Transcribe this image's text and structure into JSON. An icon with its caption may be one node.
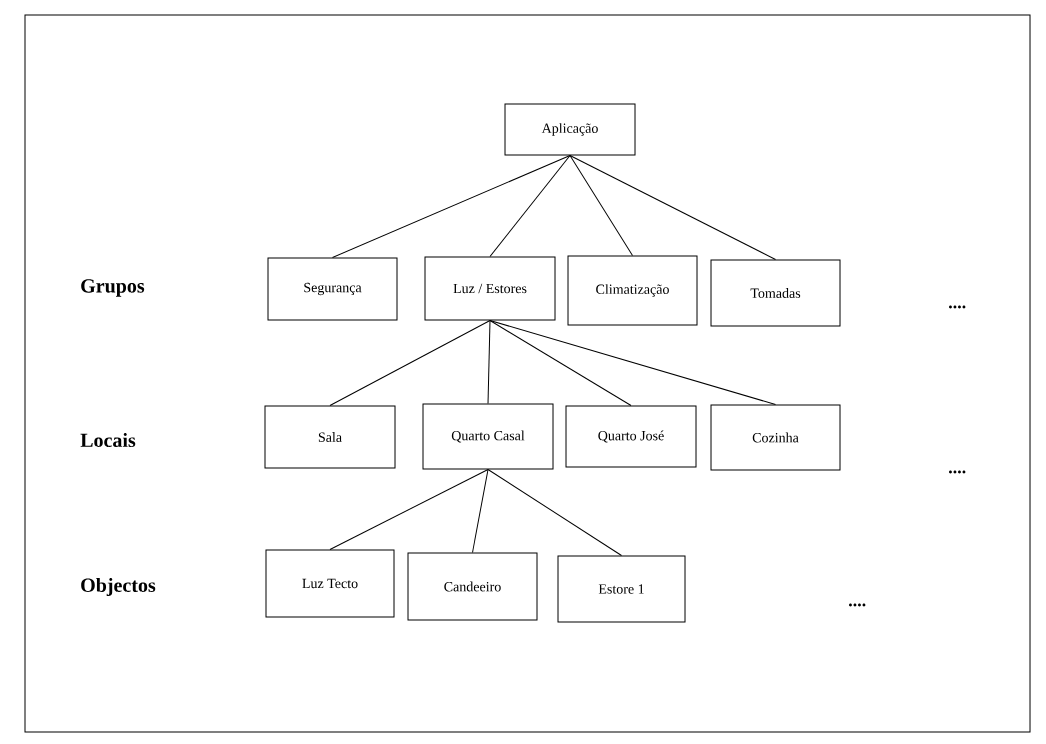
{
  "diagram": {
    "nodes": [
      {
        "text": [
          "Aplicação"
        ]
      },
      {
        "text": [
          "Segurança"
        ]
      },
      {
        "text": [
          "Luz / Estores"
        ]
      },
      {
        "text": [
          "Climatização"
        ]
      },
      {
        "text": [
          "Tomadas"
        ]
      },
      {
        "text": [
          "Sala"
        ]
      },
      {
        "text": [
          "Quarto Casal"
        ]
      },
      {
        "text": [
          "Quarto José"
        ]
      },
      {
        "text": [
          "Cozinha"
        ]
      },
      {
        "text": [
          "Luz Tecto"
        ]
      },
      {
        "text": [
          "Candeeiro"
        ]
      },
      {
        "text": [
          "Estore 1"
        ]
      }
    ],
    "edges": [
      {
        "from": 0,
        "to": 1,
        "arrow": "none"
      },
      {
        "from": 0,
        "to": 2,
        "arrow": "none"
      },
      {
        "from": 0,
        "to": 3,
        "arrow": "none"
      },
      {
        "from": 0,
        "to": 4,
        "arrow": "none"
      },
      {
        "from": 2,
        "to": 5,
        "arrow": "none"
      },
      {
        "from": 2,
        "to": 6,
        "arrow": "none"
      },
      {
        "from": 2,
        "to": 7,
        "arrow": "none"
      },
      {
        "from": 2,
        "to": 8,
        "arrow": "none"
      },
      {
        "from": 6,
        "to": 9,
        "arrow": "none"
      },
      {
        "from": 6,
        "to": 10,
        "arrow": "none"
      },
      {
        "from": 6,
        "to": 11,
        "arrow": "none"
      }
    ],
    "labels": [
      "Grupos",
      "....",
      "Locais",
      "....",
      "Objectos",
      "...."
    ]
  }
}
